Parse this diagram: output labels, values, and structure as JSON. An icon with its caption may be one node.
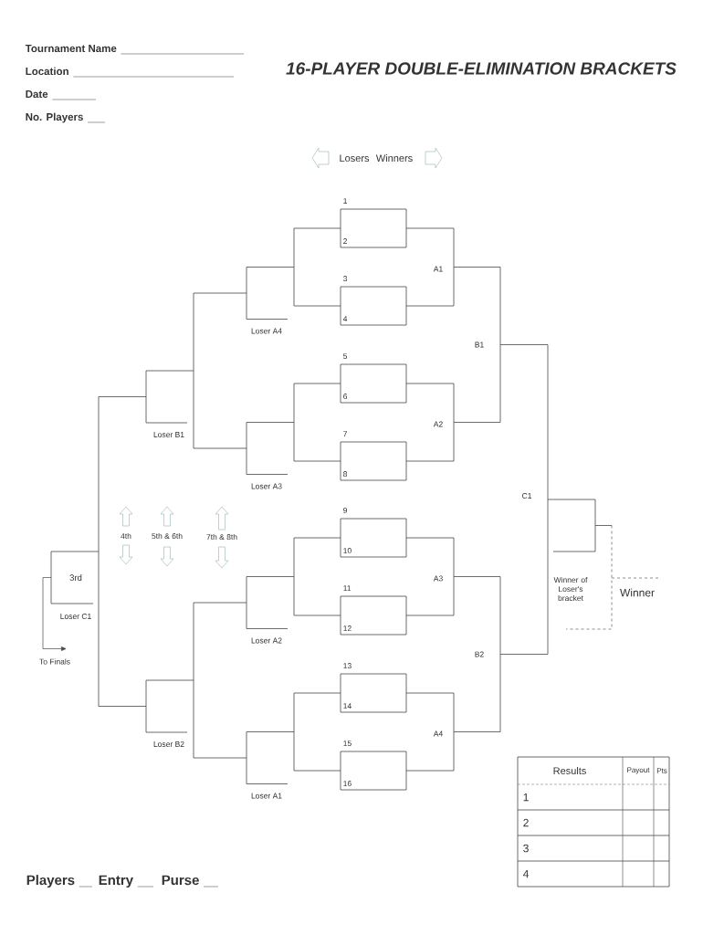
{
  "diagram": {
    "title": "16-PLAYER DOUBLE-ELIMINATION BRACKETS",
    "labels": [
      "Tournament Name",
      "Location",
      "Date",
      "No. Players",
      "Losers",
      "Winners",
      "1",
      "2",
      "3",
      "4",
      "5",
      "6",
      "7",
      "8",
      "9",
      "10",
      "11",
      "12",
      "13",
      "14",
      "15",
      "16",
      "A1",
      "A2",
      "A3",
      "A4",
      "B1",
      "B2",
      "C1",
      "Loser A4",
      "Loser A3",
      "Loser A2",
      "Loser A1",
      "Loser B1",
      "Loser B2",
      "Loser C1",
      "3rd",
      "To Finals",
      "4th",
      "5th & 6th",
      "7th & 8th",
      "Winner of Loser's bracket",
      "Winner",
      "Results",
      "Payout",
      "Pts",
      "1",
      "2",
      "3",
      "4",
      "Players",
      "Entry",
      "Purse"
    ]
  }
}
